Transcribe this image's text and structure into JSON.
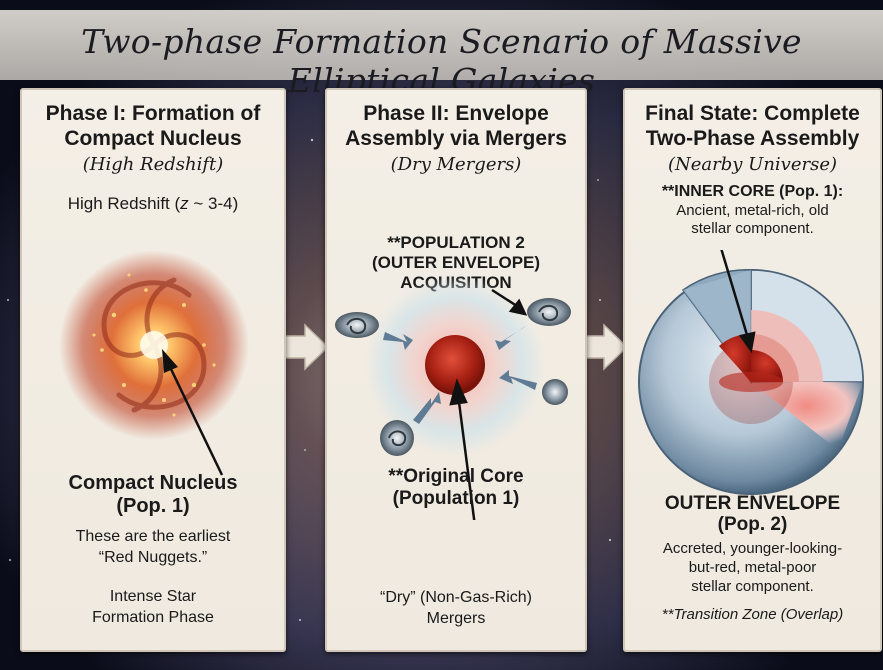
{
  "title": "Two-phase Formation Scenario of Massive Elliptical Galaxies",
  "phase1": {
    "heading_line1": "Phase I: Formation of",
    "heading_line2": "Compact Nucleus",
    "subtitle": "(High Redshift)",
    "redshift_pre": "High Redshift (",
    "redshift_z": "z",
    "redshift_post": " ~ 3-4)",
    "label_line1": "Compact Nucleus",
    "label_line2": "(Pop. 1)",
    "desc_line1": "These are the earliest",
    "desc_line2": "“Red Nuggets.”",
    "footer_line1": "Intense Star",
    "footer_line2": "Formation Phase"
  },
  "phase2": {
    "heading_line1": "Phase II: Envelope",
    "heading_line2": "Assembly via Mergers",
    "subtitle": "(Dry Mergers)",
    "pop2_line1": "**POPULATION 2",
    "pop2_line2": "(OUTER ENVELOPE)",
    "pop2_line3": "ACQUISITION",
    "core_line1": "**Original Core",
    "core_line2": "(Population 1)",
    "footer_line1": "“Dry” (Non-Gas-Rich)",
    "footer_line2": "Mergers"
  },
  "final": {
    "heading_line1": "Final State: Complete",
    "heading_line2": "Two-Phase Assembly",
    "subtitle": "(Nearby Universe)",
    "inner_line1": "**INNER CORE (Pop. 1):",
    "inner_line2": "Ancient, metal-rich, old",
    "inner_line3": "stellar component.",
    "outer_line1": "OUTER ENVELOPE",
    "outer_line2": "(Pop. 2)",
    "outer_line3": "Accreted, younger-looking-",
    "outer_line4": "but-red, metal-poor",
    "outer_line5": "stellar component.",
    "transition": "**Transition Zone (Overlap)"
  },
  "colors": {
    "core_red": "#b8261a",
    "envelope_blue": "#9fb6c9",
    "panel_bg": "#f2ede4"
  }
}
